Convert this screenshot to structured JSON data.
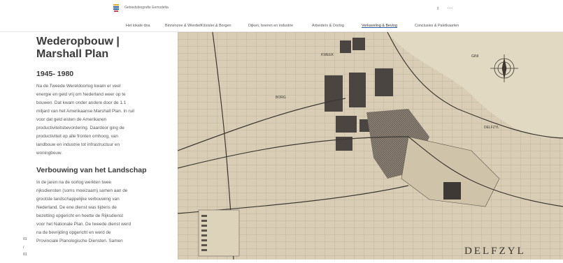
{
  "site": {
    "title": "Gebiedsbiografie Eemsdelta",
    "actions": [
      "♁",
      "···"
    ]
  },
  "nav": {
    "items": [
      {
        "label": "Het lokale dna",
        "active": false
      },
      {
        "label": "Binnenzee & Wierden",
        "active": false
      },
      {
        "label": "Kloosler & Borgen",
        "active": false
      },
      {
        "label": "Dijken, boeren en industrie",
        "active": false
      },
      {
        "label": "Arbeiders & Oorlog",
        "active": false
      },
      {
        "label": "Verkaveling & Beving",
        "active": true
      },
      {
        "label": "Conclusies & Paletkaarten",
        "active": false
      }
    ]
  },
  "article": {
    "title_line1": "Wederopbouw |",
    "title_line2": "Marshall Plan",
    "period": "1945- 1980",
    "para1": [
      "Na de Tweede Wereldoorlog kwam er veel",
      "energie en geld vrij om Nederland weer op te",
      "bouwen. Dat kwam onder andere door de 1.1",
      "miljard van het Amerikaanse Marshall Plan. In ruil",
      "voor dat geld eisten de Amerikanen",
      "productiviteitsbevordering. Daardoor ging de",
      "productiviteit op alle fronten omhoog, van",
      "landbouw en industrie tot infrastructuur en",
      "woningbouw."
    ],
    "heading2": "Verbouwing van het Landschap",
    "para2": [
      "In de jaren na de oorlog werkten twee",
      "rijksdiensten (soms moeizaam) samen aan de",
      "grootste landschappelijke verbouwing van",
      "Nederland. De ene dienst was tijdens de",
      "bezetting opgericht en heette de Rijksdienst",
      "voor het Nationale Plan. De tweede dienst werd",
      "na de bevrijding opgericht en werd de",
      "Provinciale Planologische Diensten. Samen"
    ]
  },
  "side_dots": [
    "01",
    "/",
    "01"
  ],
  "map": {
    "place_label": "DELFZYL",
    "town_label": "DELFZYL",
    "labels": [
      "GINI",
      "BORG",
      "DELFZYL",
      "KWEEK"
    ]
  },
  "colors": {
    "accent": "#2a5ea8",
    "paper": "#d8cdb4",
    "ink": "#3b3631"
  }
}
